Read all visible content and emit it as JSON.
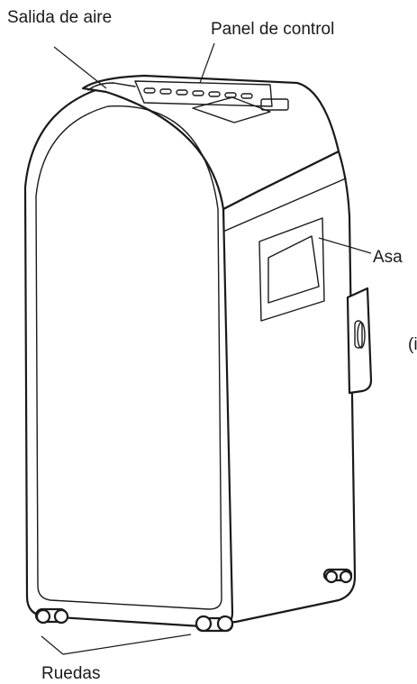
{
  "labels": {
    "air_outlet": "Salida de aire",
    "control_panel": "Panel de control",
    "handle": "Asa",
    "wheels": "Ruedas",
    "cut_off_text": "(i"
  },
  "colors": {
    "line": "#1a1a1a",
    "background": "#ffffff"
  }
}
